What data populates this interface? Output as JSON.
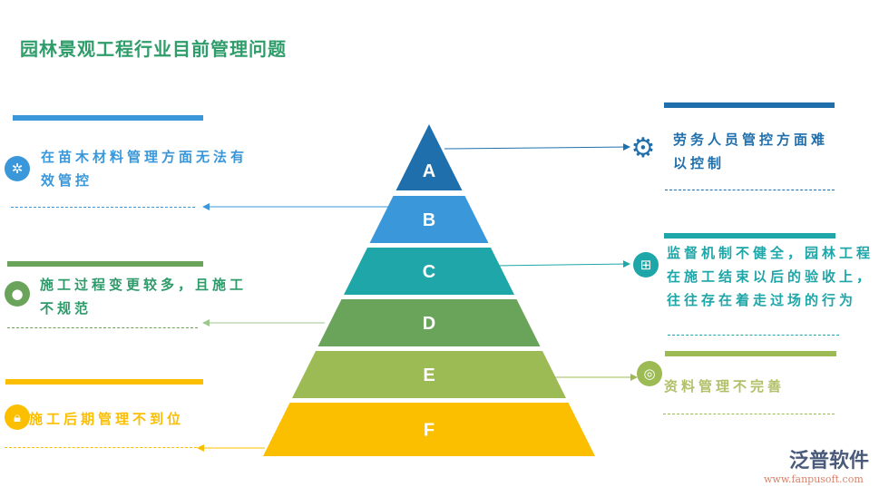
{
  "title": "园林景观工程行业目前管理问题",
  "pyramid": {
    "levels": [
      {
        "label": "A",
        "color": "#1f6fad"
      },
      {
        "label": "B",
        "color": "#3a97d9"
      },
      {
        "label": "C",
        "color": "#1fa6a8"
      },
      {
        "label": "D",
        "color": "#6aa35a"
      },
      {
        "label": "E",
        "color": "#9dbb55"
      },
      {
        "label": "F",
        "color": "#fbbf00"
      }
    ]
  },
  "left": [
    {
      "text": "在苗木材料管理方面无法有效管控",
      "icon": "aperture-icon",
      "color": "#3a97d9"
    },
    {
      "text": "施工过程变更较多，且施工不规范",
      "icon": "apple-icon",
      "color": "#6aa35a"
    },
    {
      "text": "施工后期管理不到位",
      "icon": "lock-icon",
      "color": "#fbbf00"
    }
  ],
  "right": [
    {
      "text": "劳务人员管控方面难以控制",
      "icon": "gear-icon",
      "color": "#1f6fad"
    },
    {
      "text": "监督机制不健全，园林工程在施工结束以后的验收上，往往存在着走过场的行为",
      "icon": "windows-icon",
      "color": "#1fa6a8"
    },
    {
      "text": "资料管理不完善",
      "icon": "instagram-icon",
      "color": "#9dbb55"
    }
  ],
  "logo": {
    "name": "泛普软件",
    "url": "www.fanpusoft.com"
  }
}
